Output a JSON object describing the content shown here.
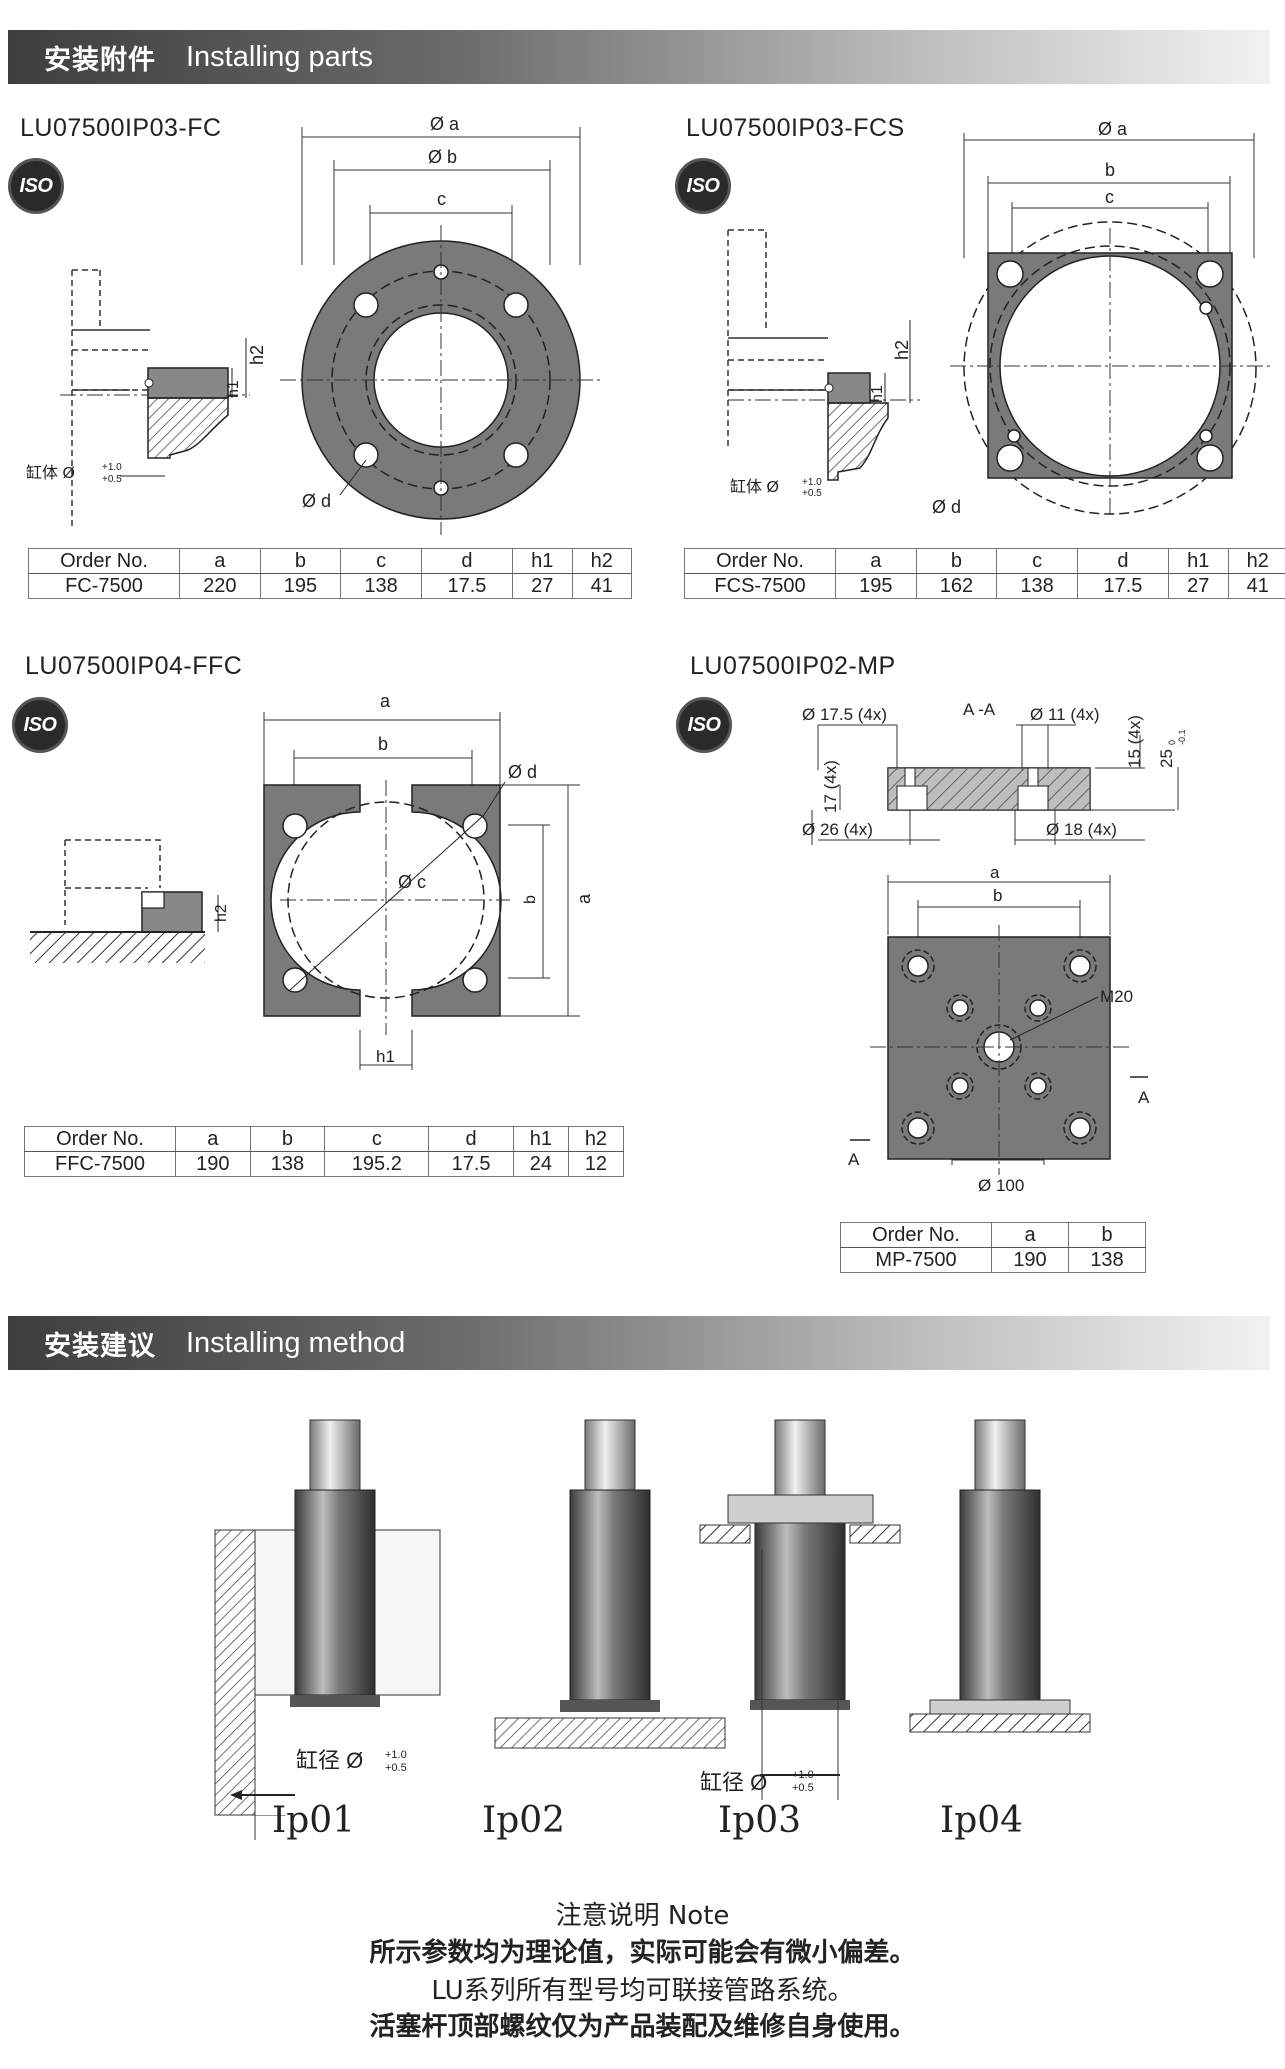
{
  "section1": {
    "zh": "安装附件",
    "en": "Installing parts"
  },
  "section2": {
    "zh": "安装建议",
    "en": "Installing method"
  },
  "iso_label": "ISO",
  "icons": {
    "iso": "iso-badge-icon"
  },
  "headers": {
    "order_no": "Order No.",
    "a": "a",
    "b": "b",
    "c": "c",
    "d": "d",
    "h1": "h1",
    "h2": "h2"
  },
  "fc": {
    "model": "LU07500IP03-FC",
    "dims": {
      "a": "Ø a",
      "b": "Ø b",
      "c": "c",
      "d": "Ø d",
      "h1": "h1",
      "h2": "h2"
    },
    "bore_label": "缸体 Ø",
    "tol_top": "+1.0",
    "tol_bottom": "+0.5",
    "row": {
      "order_no": "FC-7500",
      "a": "220",
      "b": "195",
      "c": "138",
      "d": "17.5",
      "h1": "27",
      "h2": "41"
    }
  },
  "fcs": {
    "model": "LU07500IP03-FCS",
    "dims": {
      "a": "Ø a",
      "b": "b",
      "c": "c",
      "d": "Ø d",
      "h1": "h1",
      "h2": "h2"
    },
    "bore_label": "缸体 Ø",
    "tol_top": "+1.0",
    "tol_bottom": "+0.5",
    "row": {
      "order_no": "FCS-7500",
      "a": "195",
      "b": "162",
      "c": "138",
      "d": "17.5",
      "h1": "27",
      "h2": "41"
    }
  },
  "ffc": {
    "model": "LU07500IP04-FFC",
    "dims": {
      "a": "a",
      "b": "b",
      "c": "Ø c",
      "d": "Ø d",
      "h1": "h1",
      "h2": "h2",
      "side_b": "b",
      "side_a": "a"
    },
    "row": {
      "order_no": "FFC-7500",
      "a": "190",
      "b": "138",
      "c": "195.2",
      "d": "17.5",
      "h1": "24",
      "h2": "12"
    }
  },
  "mp": {
    "model": "LU07500IP02-MP",
    "section": "A -A",
    "hole1": "Ø 17.5 (4x)",
    "hole2": "Ø 11 (4x)",
    "hole3": "Ø 26 (4x)",
    "hole4": "Ø 18 (4x)",
    "depth1": "17 (4x)",
    "depth2": "15 (4x)",
    "thick": "25",
    "thick_tol": "-0.1",
    "thick_tol2": "0",
    "a": "a",
    "b": "b",
    "m20": "M20",
    "sec_a": "A",
    "dia100": "Ø 100",
    "row": {
      "order_no": "MP-7500",
      "a": "190",
      "b": "138"
    }
  },
  "methods": {
    "ip01": "Ip01",
    "ip02": "Ip02",
    "ip03": "Ip03",
    "ip04": "Ip04",
    "bore_label": "缸径 Ø",
    "tol_top": "+1.0",
    "tol_bottom": "+0.5"
  },
  "note": {
    "title": "注意说明 Note",
    "line1": "所示参数均为理论值，实际可能会有微小偏差。",
    "line2": "LU系列所有型号均可联接管路系统。",
    "line3": "活塞杆顶部螺纹仅为产品装配及维修自身使用。"
  }
}
